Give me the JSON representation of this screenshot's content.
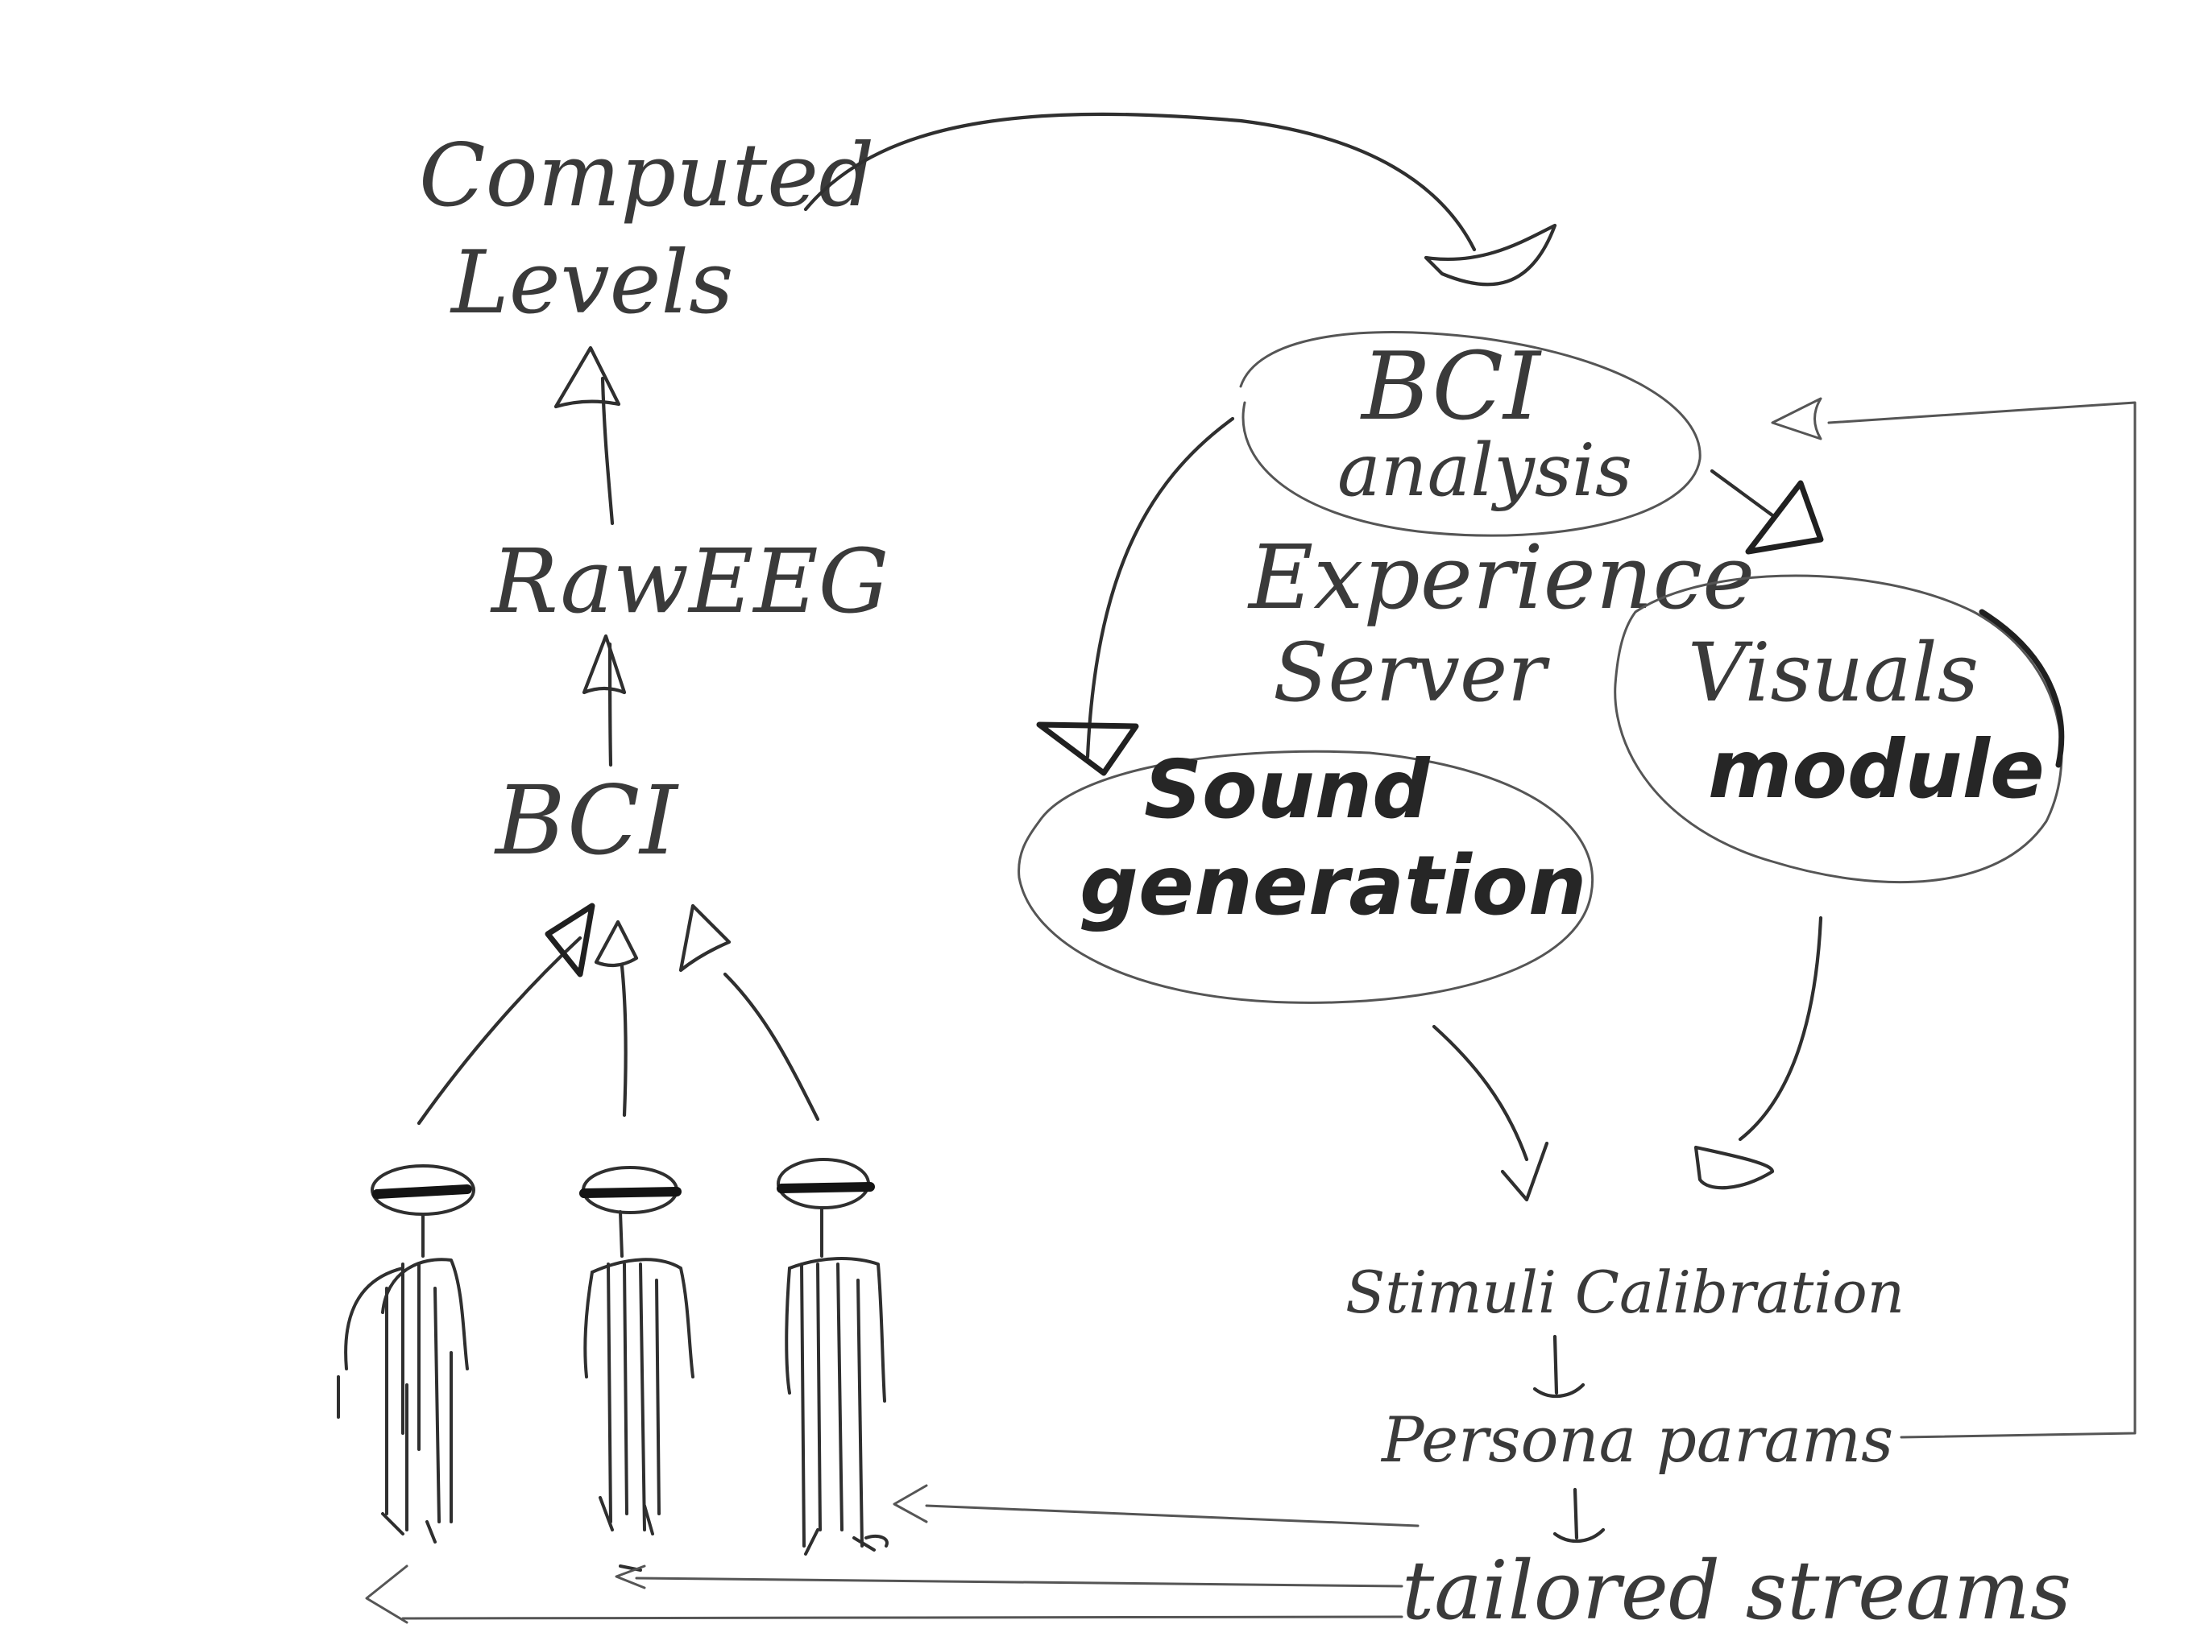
{
  "nodes": {
    "computed_levels": [
      "Computed",
      "Levels"
    ],
    "raw_eeg": "RawEEG",
    "bci": "BCI",
    "bci_analysis": [
      "BCI",
      "analysis"
    ],
    "experience_server": [
      "Experience",
      "Server"
    ],
    "sound_generation": [
      "Sound",
      "generation"
    ],
    "visuals_module": [
      "Visuals",
      "module"
    ],
    "stimuli_calibration": "Stimuli Calibration",
    "persona_params": "Persona params",
    "tailored_streams": "tailored streams"
  }
}
